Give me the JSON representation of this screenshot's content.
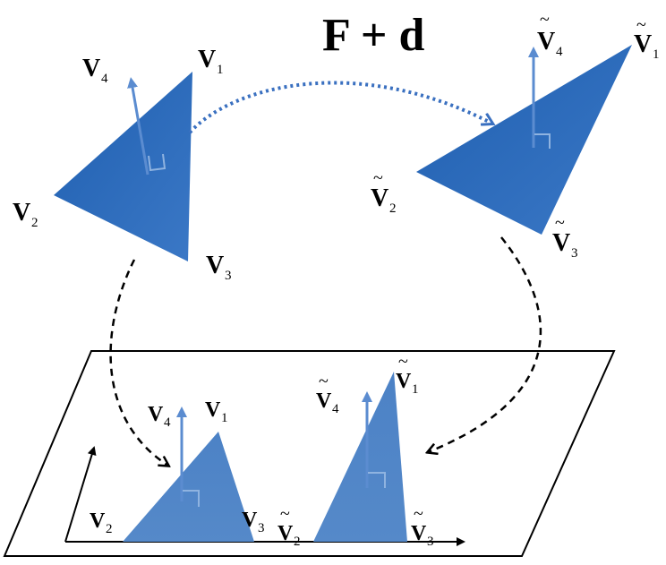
{
  "title": "F + d",
  "colors": {
    "triangle_top": "#2e6bb8",
    "triangle_bottom": "#4a7fc4",
    "normal_arrow": "#5b8cd0",
    "dotted_arrow": "#3a70c0",
    "dashed_arrow": "#000000"
  },
  "labels": {
    "v_letter": "V",
    "sub1": "1",
    "sub2": "2",
    "sub3": "3",
    "sub4": "4",
    "tilde": "~"
  }
}
